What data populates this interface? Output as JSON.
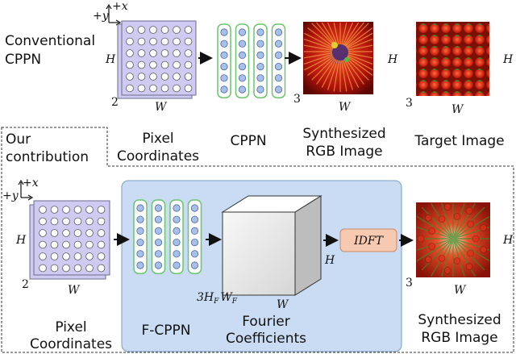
{
  "top": {
    "section_label_line1": "Conventional",
    "section_label_line2": "CPPN",
    "pixel_label_line1": "Pixel",
    "pixel_label_line2": "Coordinates",
    "cppn_label": "CPPN",
    "synth_label_line1": "Synthesized",
    "synth_label_line2": "RGB Image",
    "target_label": "Target Image"
  },
  "bottom": {
    "section_label_line1": "Our",
    "section_label_line2": "contribution",
    "pixel_label_line1": "Pixel",
    "pixel_label_line2": "Coordinates",
    "fcppn_label": "F-CPPN",
    "fourier_label_line1": "Fourier",
    "fourier_label_line2": "Coefficients",
    "idft_label": "IDFT",
    "synth_label_line1": "Synthesized",
    "synth_label_line2": "RGB Image"
  },
  "math": {
    "plus_x": "+x",
    "plus_y": "+y",
    "H": "H",
    "W": "W",
    "two": "2",
    "three": "3",
    "three_h_f": "3H",
    "h_sub_f": "F",
    "w_f": "W",
    "w_sub_f": "F"
  },
  "colors": {
    "grid_fill": "#cfcaf2",
    "grid_stroke": "#6b6b8f",
    "cppn_stroke": "#6cc46c",
    "node_fill": "#a8bfe8",
    "fcppn_panel": "#c9dcf3",
    "idft_fill": "#f7c9b0",
    "cube_front": "#eeeeee",
    "photo_red": "#d42416"
  }
}
